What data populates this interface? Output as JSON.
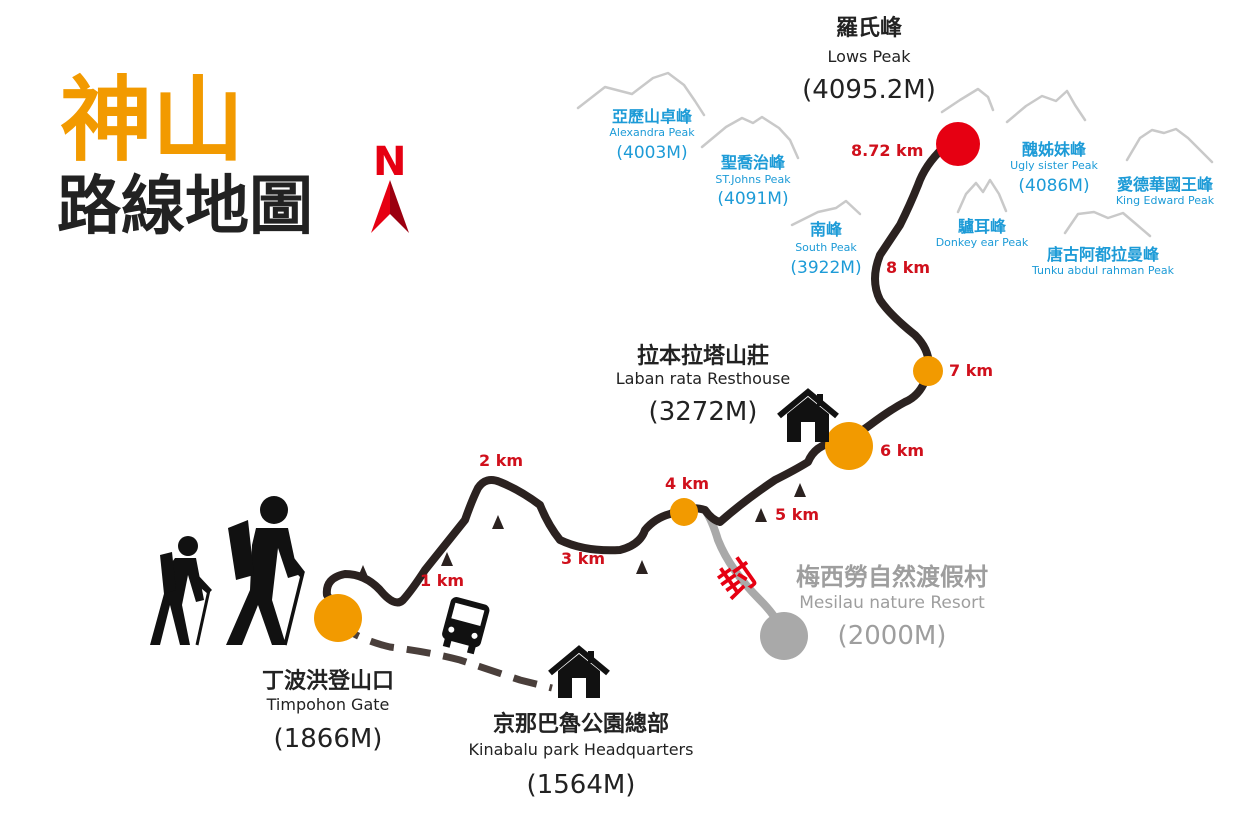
{
  "title": {
    "main": "神山",
    "sub": "路線地圖"
  },
  "compass": {
    "letter": "N"
  },
  "summit": {
    "zh": "羅氏峰",
    "en": "Lows Peak",
    "elev": "(4095.2M)"
  },
  "peaks": {
    "alexandra": {
      "zh": "亞歷山卓峰",
      "en": "Alexandra Peak",
      "elev": "(4003M)"
    },
    "stjohns": {
      "zh": "聖喬治峰",
      "en": "ST.Johns Peak",
      "elev": "(4091M)"
    },
    "south": {
      "zh": "南峰",
      "en": "South Peak",
      "elev": "(3922M)"
    },
    "donkey": {
      "zh": "驢耳峰",
      "en": "Donkey ear Peak"
    },
    "ugly": {
      "zh": "醜姊妹峰",
      "en": "Ugly sister Peak",
      "elev": "(4086M)"
    },
    "edward": {
      "zh": "愛德華國王峰",
      "en": "King Edward Peak"
    },
    "tunku": {
      "zh": "唐古阿都拉曼峰",
      "en": "Tunku abdul rahman Peak"
    }
  },
  "resthouse": {
    "zh": "拉本拉塔山莊",
    "en": "Laban rata Resthouse",
    "elev": "(3272M)"
  },
  "gate": {
    "zh": "丁波洪登山口",
    "en": "Timpohon Gate",
    "elev": "(1866M)"
  },
  "hq": {
    "zh": "京那巴魯公園總部",
    "en": "Kinabalu park Headquarters",
    "elev": "(1564M)"
  },
  "mesilau": {
    "zh": "梅西勞自然渡假村",
    "en": "Mesilau nature Resort",
    "elev": "(2000M)",
    "closed": "封"
  },
  "km": {
    "k1": "1 km",
    "k2": "2 km",
    "k3": "3 km",
    "k4": "4 km",
    "k5": "5 km",
    "k6": "6 km",
    "k7": "7 km",
    "k8": "8 km",
    "k872": "8.72 km"
  },
  "colors": {
    "orange": "#f29a00",
    "red": "#e60012",
    "trail": "#2b2220",
    "blue": "#1d9bd7",
    "grey": "#9e9e9e",
    "kmred": "#d0101c"
  },
  "icons": [
    "compass-arrow-icon",
    "hikers-icon",
    "bus-icon",
    "house-icon",
    "shelter-icon"
  ]
}
